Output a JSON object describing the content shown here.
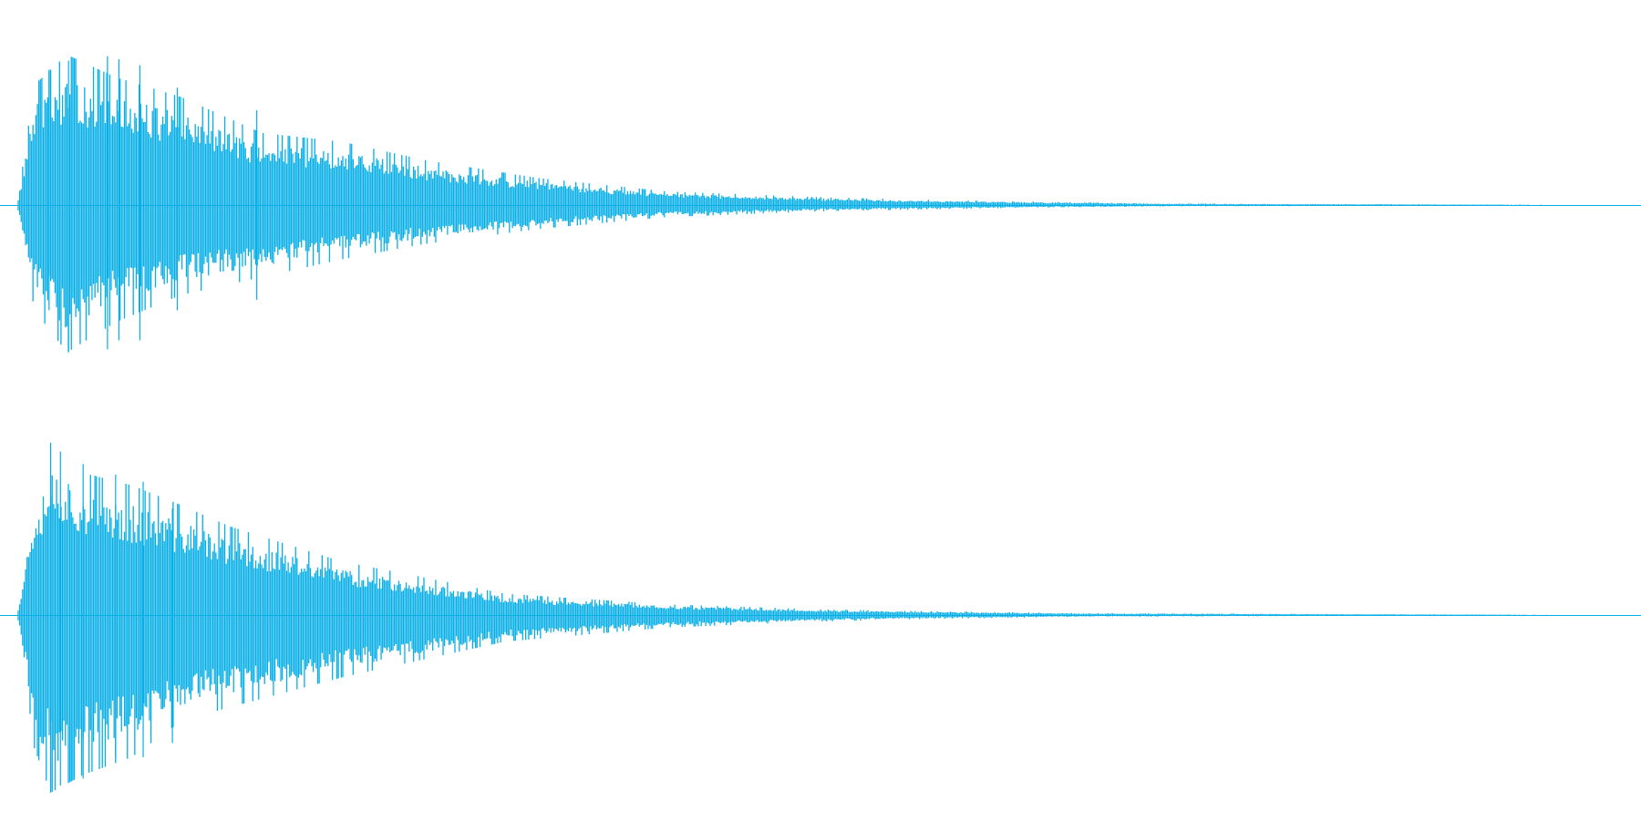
{
  "chart_data": {
    "type": "area",
    "title": "",
    "xlabel": "",
    "ylabel": "",
    "grid": false,
    "legend": "none",
    "x_domain": [
      0,
      1
    ],
    "y_domain": [
      -1,
      1
    ],
    "channels": [
      {
        "id": "channel-1",
        "envelope": {
          "x": [
            0.0,
            0.01,
            0.03,
            0.06,
            0.1,
            0.15,
            0.2,
            0.25,
            0.32,
            0.4,
            0.5,
            0.58,
            0.64,
            0.7,
            1.0
          ],
          "upper": [
            0.05,
            0.8,
            1.0,
            0.85,
            0.72,
            0.48,
            0.42,
            0.3,
            0.18,
            0.09,
            0.05,
            0.03,
            0.02,
            0.01,
            0.0
          ],
          "lower": [
            -0.05,
            -0.7,
            -0.98,
            -0.78,
            -0.6,
            -0.48,
            -0.36,
            -0.26,
            -0.16,
            -0.08,
            -0.04,
            -0.025,
            -0.015,
            -0.01,
            0.0
          ]
        },
        "peaks": [
          {
            "x": 0.019,
            "upper": 0.9,
            "lower": -0.7
          },
          {
            "x": 0.031,
            "upper": 0.96,
            "lower": -0.98
          },
          {
            "x": 0.055,
            "upper": 0.99,
            "lower": -0.96
          },
          {
            "x": 0.062,
            "upper": 0.97,
            "lower": -0.9
          },
          {
            "x": 0.075,
            "upper": 0.93,
            "lower": -0.9
          },
          {
            "x": 0.098,
            "upper": 0.78,
            "lower": -0.7
          },
          {
            "x": 0.147,
            "upper": 0.63,
            "lower": -0.63
          }
        ],
        "noise_seed": 13
      },
      {
        "id": "channel-2",
        "envelope": {
          "x": [
            0.0,
            0.01,
            0.02,
            0.04,
            0.07,
            0.1,
            0.13,
            0.2,
            0.24,
            0.3,
            0.4,
            0.5,
            0.57,
            0.66,
            1.0
          ],
          "upper": [
            0.04,
            0.7,
            0.96,
            0.8,
            0.73,
            0.62,
            0.5,
            0.3,
            0.23,
            0.12,
            0.06,
            0.03,
            0.02,
            0.01,
            0.0
          ],
          "lower": [
            -0.04,
            -0.75,
            -1.0,
            -0.9,
            -0.8,
            -0.6,
            -0.52,
            -0.35,
            -0.27,
            -0.15,
            -0.07,
            -0.035,
            -0.02,
            -0.01,
            0.0
          ]
        },
        "peaks": [
          {
            "x": 0.02,
            "upper": 0.97,
            "lower": -1.0
          },
          {
            "x": 0.026,
            "upper": 0.92,
            "lower": -0.96
          },
          {
            "x": 0.04,
            "upper": 0.85,
            "lower": -0.92
          },
          {
            "x": 0.06,
            "upper": 0.79,
            "lower": -0.8
          },
          {
            "x": 0.077,
            "upper": 0.75,
            "lower": -0.8
          },
          {
            "x": 0.095,
            "upper": 0.6,
            "lower": -0.72
          }
        ],
        "noise_seed": 37
      }
    ]
  },
  "colors": {
    "waveform": "#05aee6",
    "baseline": "#05aee6",
    "background": "#ffffff"
  }
}
